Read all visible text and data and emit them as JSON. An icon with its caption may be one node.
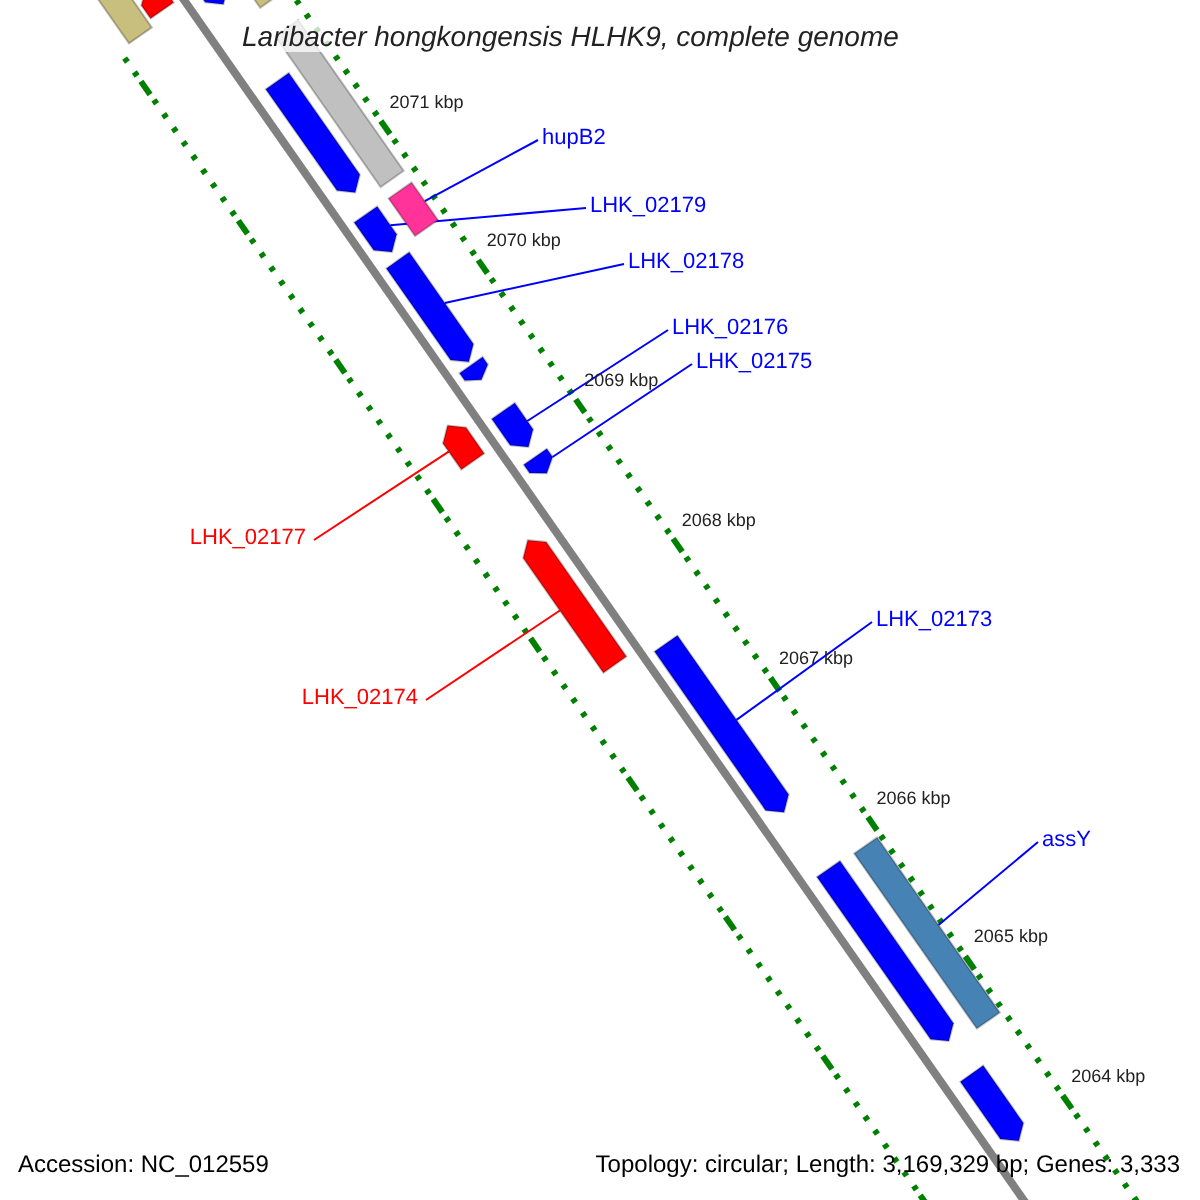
{
  "diagram": {
    "title": "Laribacter hongkongensis HLHK9, complete genome",
    "nodes": [
      {
        "text": [
          "hupB2"
        ]
      },
      {
        "text": [
          "LHK_02179"
        ]
      },
      {
        "text": [
          "LHK_02178"
        ]
      },
      {
        "text": [
          "LHK_02176"
        ]
      },
      {
        "text": [
          "LHK_02175"
        ]
      },
      {
        "text": [
          "LHK_02177"
        ]
      },
      {
        "text": [
          "LHK_02174"
        ]
      },
      {
        "text": [
          "LHK_02173"
        ]
      },
      {
        "text": [
          "assY"
        ]
      },
      {
        "text": [],
        "shape": "bar"
      },
      {
        "text": [],
        "shape": "bar"
      },
      {
        "text": [],
        "shape": "bar"
      },
      {
        "text": [],
        "shape": "bar"
      },
      {
        "text": [],
        "shape": "bar"
      },
      {
        "text": [],
        "shape": "bar"
      },
      {
        "text": [],
        "shape": "bar"
      },
      {
        "text": [],
        "shape": "bar"
      },
      {
        "text": [],
        "shape": "bar"
      },
      {
        "text": [],
        "shape": "bar"
      },
      {
        "text": [],
        "shape": "bar"
      },
      {
        "text": [],
        "shape": "bar"
      },
      {
        "text": [],
        "shape": "bar"
      },
      {
        "text": [],
        "shape": "bar"
      },
      {
        "text": [],
        "shape": "bar"
      },
      {
        "text": [],
        "shape": "bar"
      },
      {
        "text": [],
        "shape": "bar"
      },
      {
        "text": [],
        "shape": "bar"
      }
    ],
    "edges": [
      {
        "from": 0,
        "to": 15,
        "arrow": "none"
      },
      {
        "from": 1,
        "to": 16,
        "arrow": "none"
      },
      {
        "from": 2,
        "to": 17,
        "arrow": "none"
      },
      {
        "from": 3,
        "to": 19,
        "arrow": "none"
      },
      {
        "from": 4,
        "to": 21,
        "arrow": "none"
      },
      {
        "from": 5,
        "to": 20,
        "arrow": "none",
        "color": "#ff0000"
      },
      {
        "from": 6,
        "to": 22,
        "arrow": "none",
        "color": "#ff0000"
      },
      {
        "from": 7,
        "to": 23,
        "arrow": "none"
      },
      {
        "from": 8,
        "to": 24,
        "arrow": "none"
      }
    ],
    "labels": [
      "2071 kbp",
      "2070 kbp",
      "2069 kbp",
      "2068 kbp",
      "2067 kbp",
      "2066 kbp",
      "2065 kbp",
      "2064 kbp",
      "Accession: NC_012559",
      "Topology: circular; Length: 3,169,329 bp; Genes: 3,333"
    ]
  }
}
